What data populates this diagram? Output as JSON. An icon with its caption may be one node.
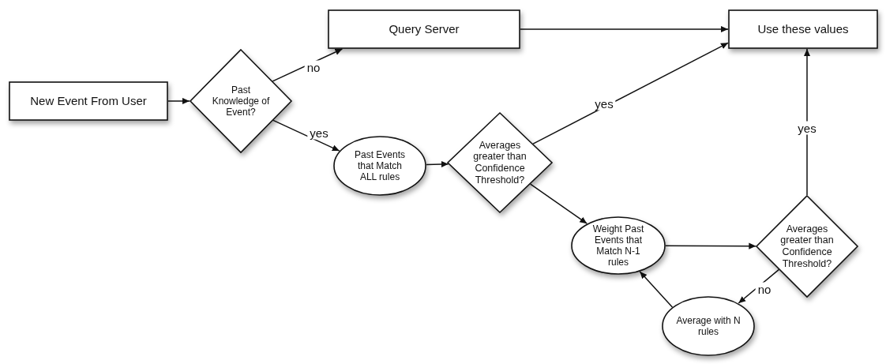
{
  "diagram": {
    "nodes": [
      {
        "text": [
          "New Event From User"
        ]
      },
      {
        "text": [
          "Past Knowledge of Event?"
        ]
      },
      {
        "text": [
          "Query Server"
        ]
      },
      {
        "text": [
          "Use these values"
        ]
      },
      {
        "text": [
          "Past Events that Match ALL rules"
        ]
      },
      {
        "text": [
          "Averages greater than Confidence Threshold?"
        ]
      },
      {
        "text": [
          "Weight Past Events that Match N-1 rules"
        ]
      },
      {
        "text": [
          "Averages greater than Confidence Threshold?"
        ]
      },
      {
        "text": [
          "Average with N rules"
        ]
      }
    ],
    "edges": [
      {
        "from": 0,
        "to": 1,
        "arrow": "to"
      },
      {
        "from": 1,
        "to": 2,
        "arrow": "to",
        "label": "no"
      },
      {
        "from": 1,
        "to": 4,
        "arrow": "to",
        "label": "yes"
      },
      {
        "from": 2,
        "to": 3,
        "arrow": "to"
      },
      {
        "from": 4,
        "to": 5,
        "arrow": "to"
      },
      {
        "from": 5,
        "to": 3,
        "arrow": "to",
        "label": "yes"
      },
      {
        "from": 5,
        "to": 6,
        "arrow": "to"
      },
      {
        "from": 6,
        "to": 7,
        "arrow": "to"
      },
      {
        "from": 7,
        "to": 3,
        "arrow": "to",
        "label": "yes"
      },
      {
        "from": 7,
        "to": 8,
        "arrow": "to",
        "label": "no"
      },
      {
        "from": 8,
        "to": 6,
        "arrow": "to"
      }
    ]
  }
}
